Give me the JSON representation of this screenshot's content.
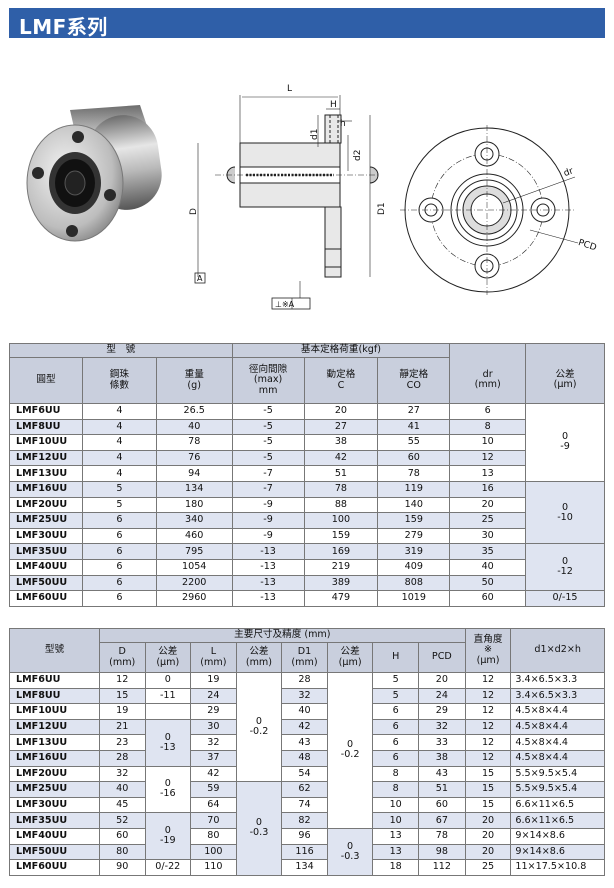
{
  "banner": {
    "title": "LMF系列"
  },
  "figure": {
    "labels": {
      "L": "L",
      "H": "H",
      "h": "h",
      "d1": "d1",
      "d2": "d2",
      "D": "D",
      "D1": "D1",
      "A": "A",
      "perp": "⊥※A",
      "dr": "dr",
      "PCD": "PCD"
    }
  },
  "table1": {
    "head": {
      "model_group": "型　號",
      "load_group": "基本定格荷重(kgf)",
      "round": "圓型",
      "balls": [
        "鋼珠",
        "條數"
      ],
      "weight": [
        "重量",
        "(g)"
      ],
      "clearance": [
        "徑向間隙",
        "(max)",
        "mm"
      ],
      "dynamic": [
        "動定格",
        "C"
      ],
      "static": [
        "靜定格",
        "CO"
      ],
      "dr": [
        "dr",
        "(mm)"
      ],
      "tol": [
        "公差",
        "(μm)"
      ]
    },
    "rows": [
      {
        "m": "LMF6UU",
        "b": "4",
        "w": "26.5",
        "c": "-5",
        "dc": "20",
        "sc": "27",
        "dr": "6"
      },
      {
        "m": "LMF8UU",
        "b": "4",
        "w": "40",
        "c": "-5",
        "dc": "27",
        "sc": "41",
        "dr": "8"
      },
      {
        "m": "LMF10UU",
        "b": "4",
        "w": "78",
        "c": "-5",
        "dc": "38",
        "sc": "55",
        "dr": "10"
      },
      {
        "m": "LMF12UU",
        "b": "4",
        "w": "76",
        "c": "-5",
        "dc": "42",
        "sc": "60",
        "dr": "12"
      },
      {
        "m": "LMF13UU",
        "b": "4",
        "w": "94",
        "c": "-7",
        "dc": "51",
        "sc": "78",
        "dr": "13"
      },
      {
        "m": "LMF16UU",
        "b": "5",
        "w": "134",
        "c": "-7",
        "dc": "78",
        "sc": "119",
        "dr": "16"
      },
      {
        "m": "LMF20UU",
        "b": "5",
        "w": "180",
        "c": "-9",
        "dc": "88",
        "sc": "140",
        "dr": "20"
      },
      {
        "m": "LMF25UU",
        "b": "6",
        "w": "340",
        "c": "-9",
        "dc": "100",
        "sc": "159",
        "dr": "25"
      },
      {
        "m": "LMF30UU",
        "b": "6",
        "w": "460",
        "c": "-9",
        "dc": "159",
        "sc": "279",
        "dr": "30"
      },
      {
        "m": "LMF35UU",
        "b": "6",
        "w": "795",
        "c": "-13",
        "dc": "169",
        "sc": "319",
        "dr": "35"
      },
      {
        "m": "LMF40UU",
        "b": "6",
        "w": "1054",
        "c": "-13",
        "dc": "219",
        "sc": "409",
        "dr": "40"
      },
      {
        "m": "LMF50UU",
        "b": "6",
        "w": "2200",
        "c": "-13",
        "dc": "389",
        "sc": "808",
        "dr": "50"
      },
      {
        "m": "LMF60UU",
        "b": "6",
        "w": "2960",
        "c": "-13",
        "dc": "479",
        "sc": "1019",
        "dr": "60"
      }
    ],
    "tol_groups": [
      [
        "0",
        "-9"
      ],
      [
        "0",
        "-10"
      ],
      [
        "0",
        "-12"
      ],
      [
        "0/-15"
      ]
    ]
  },
  "table2": {
    "head": {
      "model": "型號",
      "dims_group": "主要尺寸及精度 (mm)",
      "right_angle": [
        "直角度",
        "※",
        "(μm)"
      ],
      "D": [
        "D",
        "(mm)"
      ],
      "tol": [
        "公差",
        "(μm)"
      ],
      "L": [
        "L",
        "(mm)"
      ],
      "tolL": [
        "公差",
        "(mm)"
      ],
      "D1": [
        "D1",
        "(mm)"
      ],
      "tolD1": [
        "公差",
        "(μm)"
      ],
      "H": "H",
      "PCD": "PCD",
      "dd": "d1×d2×h"
    },
    "rows": [
      {
        "m": "LMF6UU",
        "D": "12",
        "L": "19",
        "D1": "28",
        "H": "5",
        "PCD": "20",
        "ra": "12",
        "dd": "3.4×6.5×3.3"
      },
      {
        "m": "LMF8UU",
        "D": "15",
        "L": "24",
        "D1": "32",
        "H": "5",
        "PCD": "24",
        "ra": "12",
        "dd": "3.4×6.5×3.3"
      },
      {
        "m": "LMF10UU",
        "D": "19",
        "L": "29",
        "D1": "40",
        "H": "6",
        "PCD": "29",
        "ra": "12",
        "dd": "4.5×8×4.4"
      },
      {
        "m": "LMF12UU",
        "D": "21",
        "L": "30",
        "D1": "42",
        "H": "6",
        "PCD": "32",
        "ra": "12",
        "dd": "4.5×8×4.4"
      },
      {
        "m": "LMF13UU",
        "D": "23",
        "L": "32",
        "D1": "43",
        "H": "6",
        "PCD": "33",
        "ra": "12",
        "dd": "4.5×8×4.4"
      },
      {
        "m": "LMF16UU",
        "D": "28",
        "L": "37",
        "D1": "48",
        "H": "6",
        "PCD": "38",
        "ra": "12",
        "dd": "4.5×8×4.4"
      },
      {
        "m": "LMF20UU",
        "D": "32",
        "L": "42",
        "D1": "54",
        "H": "8",
        "PCD": "43",
        "ra": "15",
        "dd": "5.5×9.5×5.4"
      },
      {
        "m": "LMF25UU",
        "D": "40",
        "L": "59",
        "D1": "62",
        "H": "8",
        "PCD": "51",
        "ra": "15",
        "dd": "5.5×9.5×5.4"
      },
      {
        "m": "LMF30UU",
        "D": "45",
        "L": "64",
        "D1": "74",
        "H": "10",
        "PCD": "60",
        "ra": "15",
        "dd": "6.6×11×6.5"
      },
      {
        "m": "LMF35UU",
        "D": "52",
        "L": "70",
        "D1": "82",
        "H": "10",
        "PCD": "67",
        "ra": "20",
        "dd": "6.6×11×6.5"
      },
      {
        "m": "LMF40UU",
        "D": "60",
        "L": "80",
        "D1": "96",
        "H": "13",
        "PCD": "78",
        "ra": "20",
        "dd": "9×14×8.6"
      },
      {
        "m": "LMF50UU",
        "D": "80",
        "L": "100",
        "D1": "116",
        "H": "13",
        "PCD": "98",
        "ra": "20",
        "dd": "9×14×8.6"
      },
      {
        "m": "LMF60UU",
        "D": "90",
        "L": "110",
        "D1": "134",
        "H": "18",
        "PCD": "112",
        "ra": "25",
        "dd": "11×17.5×10.8"
      }
    ],
    "tolD_groups": [
      [
        "0",
        "-11"
      ],
      [
        "0",
        "-13"
      ],
      [
        "0",
        "-16"
      ],
      [
        "0",
        "-19"
      ],
      [
        "0/-22"
      ]
    ],
    "tolL_groups": [
      [
        "0",
        "-0.2"
      ],
      [
        "0",
        "-0.3"
      ]
    ],
    "tolD1_groups": [
      [
        "0",
        "-0.2"
      ],
      [
        "0",
        "-0.3"
      ]
    ]
  }
}
